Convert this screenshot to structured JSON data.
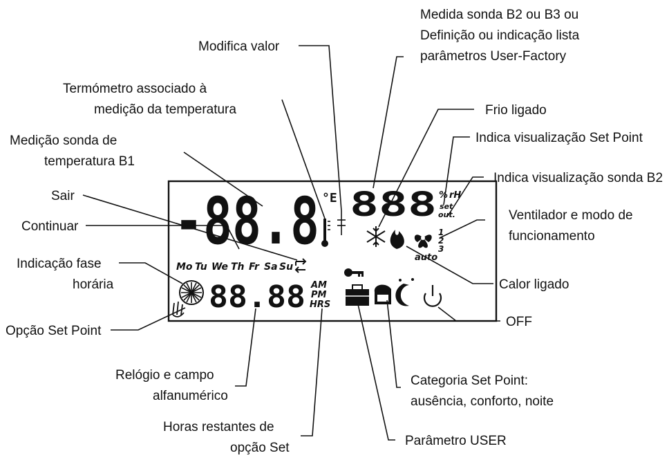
{
  "labels": {
    "modifica_valor": "Modifica valor",
    "medida_b2_b3": [
      "Medida sonda B2 ou B3 ou",
      "Definição ou indicação lista",
      "parâmetros User-Factory"
    ],
    "termometro": [
      "Termómetro associado à",
      "medição da temperatura"
    ],
    "frio": "Frio ligado",
    "medicao_b1": [
      "Medição sonda de",
      "temperatura B1"
    ],
    "set_point_vis": "Indica visualização Set Point",
    "sonda_b2_vis": "Indica visualização sonda B2",
    "sair": "Sair",
    "continuar": "Continuar",
    "ventilador": [
      "Ventilador e modo de",
      "funcionamento"
    ],
    "fase_horaria": [
      "Indicação fase",
      "horária"
    ],
    "calor": "Calor ligado",
    "opcao_set_point": "Opção Set Point",
    "off": "OFF",
    "relogio": [
      "Relógio e campo",
      "alfanumérico"
    ],
    "categoria": [
      "Categoria Set Point:",
      "ausência, conforto, noite"
    ],
    "horas_restantes": [
      "Horas restantes de",
      "opção Set"
    ],
    "parametro_user": "Parâmetro USER"
  },
  "lcd": {
    "main_digits": "-88.8",
    "degree_unit": "°E",
    "secondary_digits": "888",
    "units": [
      "%",
      "rH"
    ],
    "set": "set",
    "out": "out.",
    "days": [
      "Mo",
      "Tu",
      "We",
      "Th",
      "Fr",
      "Sa",
      "Su"
    ],
    "clock_digits": "88.88",
    "am": "AM",
    "pm": "PM",
    "hrs": "HRS",
    "fan_modes": [
      "1",
      "2",
      "3"
    ],
    "auto": "auto"
  },
  "icons": [
    "thermometer-icon",
    "snowflake-icon",
    "flame-icon",
    "fan-icon",
    "sun-phase-icon",
    "hand-icon",
    "key-icon",
    "briefcase-icon",
    "armchair-icon",
    "moon-icon",
    "power-icon",
    "exit-arrow-icon",
    "continue-arrow-icon"
  ]
}
